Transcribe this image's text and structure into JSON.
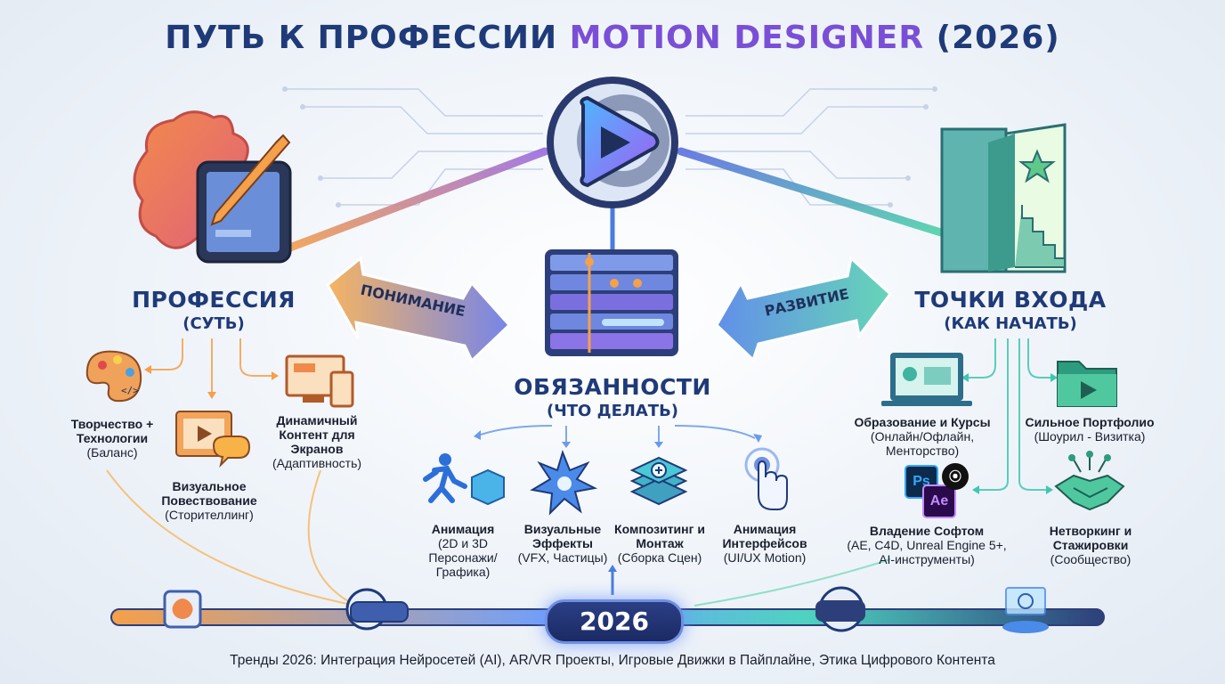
{
  "title": {
    "main": "ПУТЬ К ПРОФЕССИИ",
    "accent": "MOTION DESIGNER",
    "year": "(2026)"
  },
  "profession": {
    "heading": "ПРОФЕССИЯ",
    "sub": "(СУТЬ)",
    "items": [
      {
        "bold": "Творчество + Технологии",
        "note": "(Баланс)",
        "icon": "palette-code-icon"
      },
      {
        "bold": "Визуальное Повествование",
        "note": "(Сторителлинг)",
        "icon": "film-chat-icon"
      },
      {
        "bold": "Динамичный Контент для Экранов",
        "note": "(Адаптивность)",
        "icon": "devices-icon"
      }
    ]
  },
  "arrows": {
    "left": "ПОНИМАНИЕ",
    "right": "РАЗВИТИЕ"
  },
  "duties": {
    "heading": "ОБЯЗАННОСТИ",
    "sub": "(ЧТО ДЕЛАТЬ)",
    "items": [
      {
        "bold": "Анимация",
        "note": "(2D и 3D Персонажи/ Графика)",
        "icon": "running-figure-icon"
      },
      {
        "bold": "Визуальные Эффекты",
        "note": "(VFX, Частицы)",
        "icon": "burst-icon"
      },
      {
        "bold": "Композитинг и Монтаж",
        "note": "(Сборка Сцен)",
        "icon": "layers-icon"
      },
      {
        "bold": "Анимация Интерфейсов",
        "note": "(UI/UX Motion)",
        "icon": "tap-hand-icon"
      }
    ]
  },
  "entry": {
    "heading": "ТОЧКИ ВХОДА",
    "sub": "(КАК НАЧАТЬ)",
    "items": [
      {
        "bold": "Образование и Курсы",
        "note": "(Онлайн/Офлайн, Менторство)",
        "icon": "certificate-laptop-icon"
      },
      {
        "bold": "Сильное Портфолио",
        "note": "(Шоурил - Визитка)",
        "icon": "folder-play-icon"
      },
      {
        "bold": "Владение Софтом",
        "note": "(AE, C4D, Unreal Engine 5+, AI-инструменты)",
        "icon": "software-logos-icon"
      },
      {
        "bold": "Нетворкинг и Стажировки",
        "note": "(Сообщество)",
        "icon": "handshake-icon"
      }
    ],
    "software": [
      "Ps",
      "Ae"
    ]
  },
  "timeline": {
    "year": "2026"
  },
  "footer": "Тренды 2026: Интеграция Нейросетей (AI), AR/VR Проекты, Игровые Движки в Пайплайне, Этика Цифрового Контента",
  "colors": {
    "title": "#1f3a78",
    "accent": "#7a4fd6",
    "orange": "#f5a04a",
    "teal": "#3fc7b0",
    "blue": "#4a7be0"
  }
}
